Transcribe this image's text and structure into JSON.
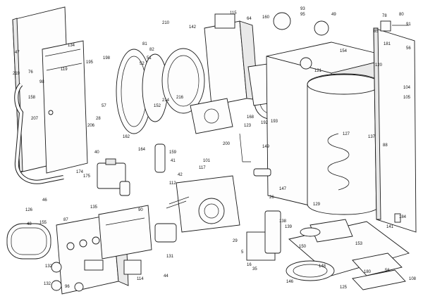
{
  "diagram": {
    "type": "exploded-parts-view",
    "callouts": [
      {
        "id": "c-47",
        "label": "47"
      },
      {
        "id": "c-134",
        "label": "134"
      },
      {
        "id": "c-119",
        "label": "119"
      },
      {
        "id": "c-98",
        "label": "98"
      },
      {
        "id": "c-219",
        "label": "219"
      },
      {
        "id": "c-76",
        "label": "76"
      },
      {
        "id": "c-158",
        "label": "158"
      },
      {
        "id": "c-207",
        "label": "207"
      },
      {
        "id": "c-195",
        "label": "195"
      },
      {
        "id": "c-198",
        "label": "198"
      },
      {
        "id": "c-210",
        "label": "210"
      },
      {
        "id": "c-142",
        "label": "142"
      },
      {
        "id": "c-115",
        "label": "115"
      },
      {
        "id": "c-64",
        "label": "64"
      },
      {
        "id": "c-160",
        "label": "160"
      },
      {
        "id": "c-93",
        "label": "93"
      },
      {
        "id": "c-95",
        "label": "95"
      },
      {
        "id": "c-49",
        "label": "49"
      },
      {
        "id": "c-78",
        "label": "78"
      },
      {
        "id": "c-80",
        "label": "80"
      },
      {
        "id": "c-91",
        "label": "91"
      },
      {
        "id": "c-85",
        "label": "85"
      },
      {
        "id": "c-181",
        "label": "181"
      },
      {
        "id": "c-56",
        "label": "56"
      },
      {
        "id": "c-154",
        "label": "154"
      },
      {
        "id": "c-120",
        "label": "120"
      },
      {
        "id": "c-121",
        "label": "121"
      },
      {
        "id": "c-104",
        "label": "104"
      },
      {
        "id": "c-105",
        "label": "105"
      },
      {
        "id": "c-88",
        "label": "88"
      },
      {
        "id": "c-127",
        "label": "127"
      },
      {
        "id": "c-137",
        "label": "137"
      },
      {
        "id": "c-149",
        "label": "149"
      },
      {
        "id": "c-147",
        "label": "147"
      },
      {
        "id": "c-129",
        "label": "129"
      },
      {
        "id": "c-150",
        "label": "150"
      },
      {
        "id": "c-184",
        "label": "184"
      },
      {
        "id": "c-141",
        "label": "141"
      },
      {
        "id": "c-108",
        "label": "108"
      },
      {
        "id": "c-56b",
        "label": "56"
      },
      {
        "id": "c-180",
        "label": "180"
      },
      {
        "id": "c-125",
        "label": "125"
      },
      {
        "id": "c-148",
        "label": "148"
      },
      {
        "id": "c-146",
        "label": "146"
      },
      {
        "id": "c-153",
        "label": "153"
      },
      {
        "id": "c-126",
        "label": "126"
      },
      {
        "id": "c-46",
        "label": "46"
      },
      {
        "id": "c-155",
        "label": "155"
      },
      {
        "id": "c-48",
        "label": "48"
      },
      {
        "id": "c-87",
        "label": "87"
      },
      {
        "id": "c-135",
        "label": "135"
      },
      {
        "id": "c-132",
        "label": "132"
      },
      {
        "id": "c-132b",
        "label": "132"
      },
      {
        "id": "c-96",
        "label": "96"
      },
      {
        "id": "c-90",
        "label": "90"
      },
      {
        "id": "c-131",
        "label": "131"
      },
      {
        "id": "c-114",
        "label": "114"
      },
      {
        "id": "c-174",
        "label": "174"
      },
      {
        "id": "c-175",
        "label": "175"
      },
      {
        "id": "c-159",
        "label": "159"
      },
      {
        "id": "c-117",
        "label": "117"
      },
      {
        "id": "c-112",
        "label": "112"
      },
      {
        "id": "c-192",
        "label": "192"
      },
      {
        "id": "c-193",
        "label": "193"
      },
      {
        "id": "c-168",
        "label": "168"
      },
      {
        "id": "c-123",
        "label": "123"
      },
      {
        "id": "c-200",
        "label": "200"
      },
      {
        "id": "c-206",
        "label": "206"
      },
      {
        "id": "c-57",
        "label": "57"
      },
      {
        "id": "c-28",
        "label": "28"
      },
      {
        "id": "c-40",
        "label": "40"
      },
      {
        "id": "c-162",
        "label": "162"
      },
      {
        "id": "c-164",
        "label": "164"
      },
      {
        "id": "c-216",
        "label": "216"
      },
      {
        "id": "c-41",
        "label": "41"
      },
      {
        "id": "c-42",
        "label": "42"
      },
      {
        "id": "c-101",
        "label": "101"
      },
      {
        "id": "c-152",
        "label": "152"
      },
      {
        "id": "c-214",
        "label": "214"
      },
      {
        "id": "c-138",
        "label": "138"
      },
      {
        "id": "c-139",
        "label": "139"
      },
      {
        "id": "c-5",
        "label": "5"
      },
      {
        "id": "c-16",
        "label": "16"
      },
      {
        "id": "c-44",
        "label": "44"
      },
      {
        "id": "c-29",
        "label": "29"
      },
      {
        "id": "c-35",
        "label": "35"
      },
      {
        "id": "c-81",
        "label": "81"
      },
      {
        "id": "c-82",
        "label": "82"
      },
      {
        "id": "c-51",
        "label": "51"
      },
      {
        "id": "c-52",
        "label": "52"
      },
      {
        "id": "c-26",
        "label": "26"
      }
    ]
  }
}
